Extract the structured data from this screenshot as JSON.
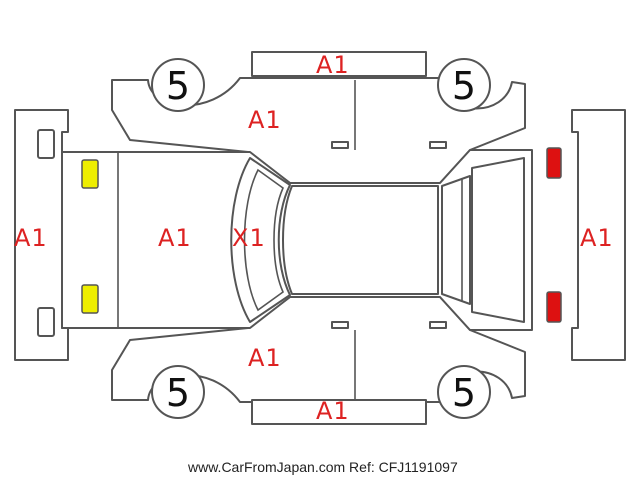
{
  "marks": {
    "front_bumper": "A1",
    "hood": "A1",
    "windshield": "X1",
    "rear_bumper": "A1",
    "top_panel": "A1",
    "bottom_panel": "A1",
    "upper_fender": "A1",
    "lower_fender": "A1"
  },
  "wheels": {
    "top_left": "5",
    "top_right": "5",
    "bottom_left": "5",
    "bottom_right": "5"
  },
  "lights": {
    "front_color": "#eeee00",
    "rear_color": "#dd1111",
    "mark_color": "#dd2222"
  },
  "footer": "www.CarFromJapan.com Ref: CFJ1191097"
}
